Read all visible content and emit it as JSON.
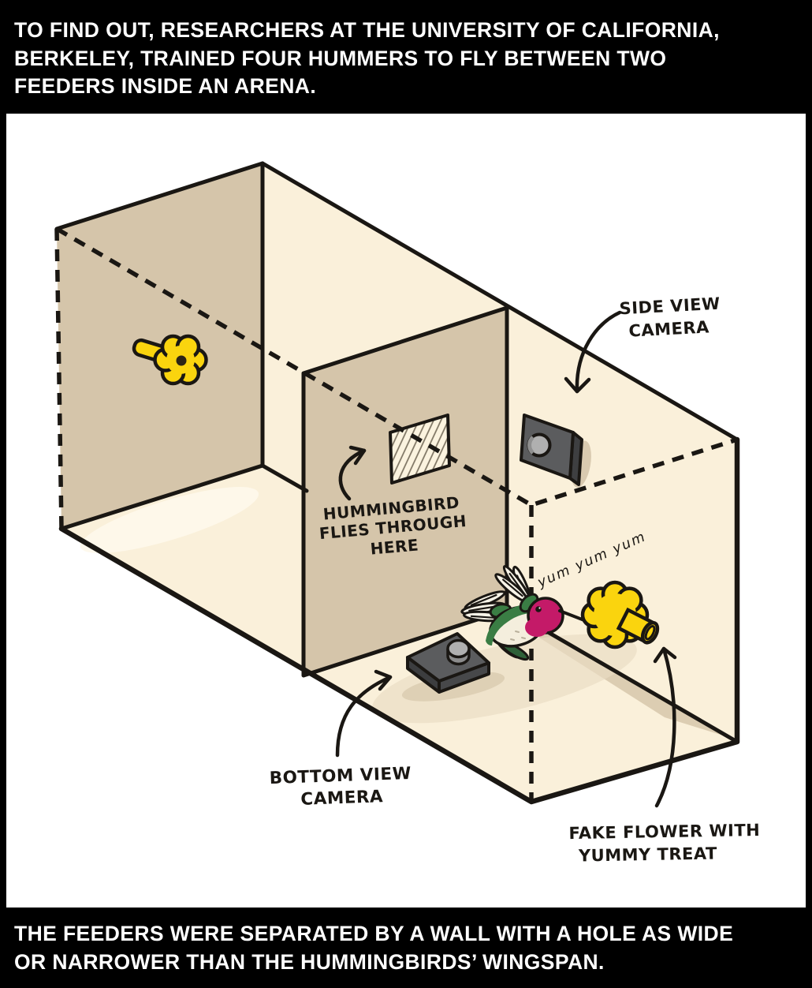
{
  "top_caption": {
    "lines": [
      "TO FIND OUT, RESEARCHERS AT THE UNIVERSITY OF CALIFORNIA,",
      "BERKELEY, TRAINED FOUR HUMMERS TO FLY BETWEEN TWO",
      "FEEDERS INSIDE AN ARENA."
    ]
  },
  "bottom_caption": {
    "lines": [
      "THE FEEDERS WERE SEPARATED BY A WALL WITH A HOLE AS WIDE",
      "OR NARROWER THAN THE HUMMINGBIRDS’ WINGSPAN."
    ]
  },
  "diagram": {
    "labels": {
      "side_camera_line1": "SIDE VIEW",
      "side_camera_line2": "CAMERA",
      "hole_line1": "HUMMINGBIRD",
      "hole_line2": "FLIES THROUGH",
      "hole_line3": "HERE",
      "bottom_camera_line1": "BOTTOM VIEW",
      "bottom_camera_line2": "CAMERA",
      "fake_flower_line1": "FAKE FLOWER WITH",
      "fake_flower_line2": "YUMMY TREAT",
      "yum": "yum yum yum"
    },
    "colors": {
      "ink": "#1a1713",
      "wall_tan": "#d5c5aa",
      "wall_cream": "#faf0da",
      "floor_shadow": "#dccdb2",
      "flower_yellow": "#fad40e",
      "flower_center": "#2b2416",
      "camera_body": "#5b5c5e",
      "camera_dark": "#3e3f41",
      "camera_lens": "#b0b0b0",
      "bird_magenta": "#c41a68",
      "bird_green": "#3a7d44",
      "bird_belly": "#f4eedd",
      "page_bg": "#000000",
      "panel_bg": "#ffffff"
    }
  }
}
